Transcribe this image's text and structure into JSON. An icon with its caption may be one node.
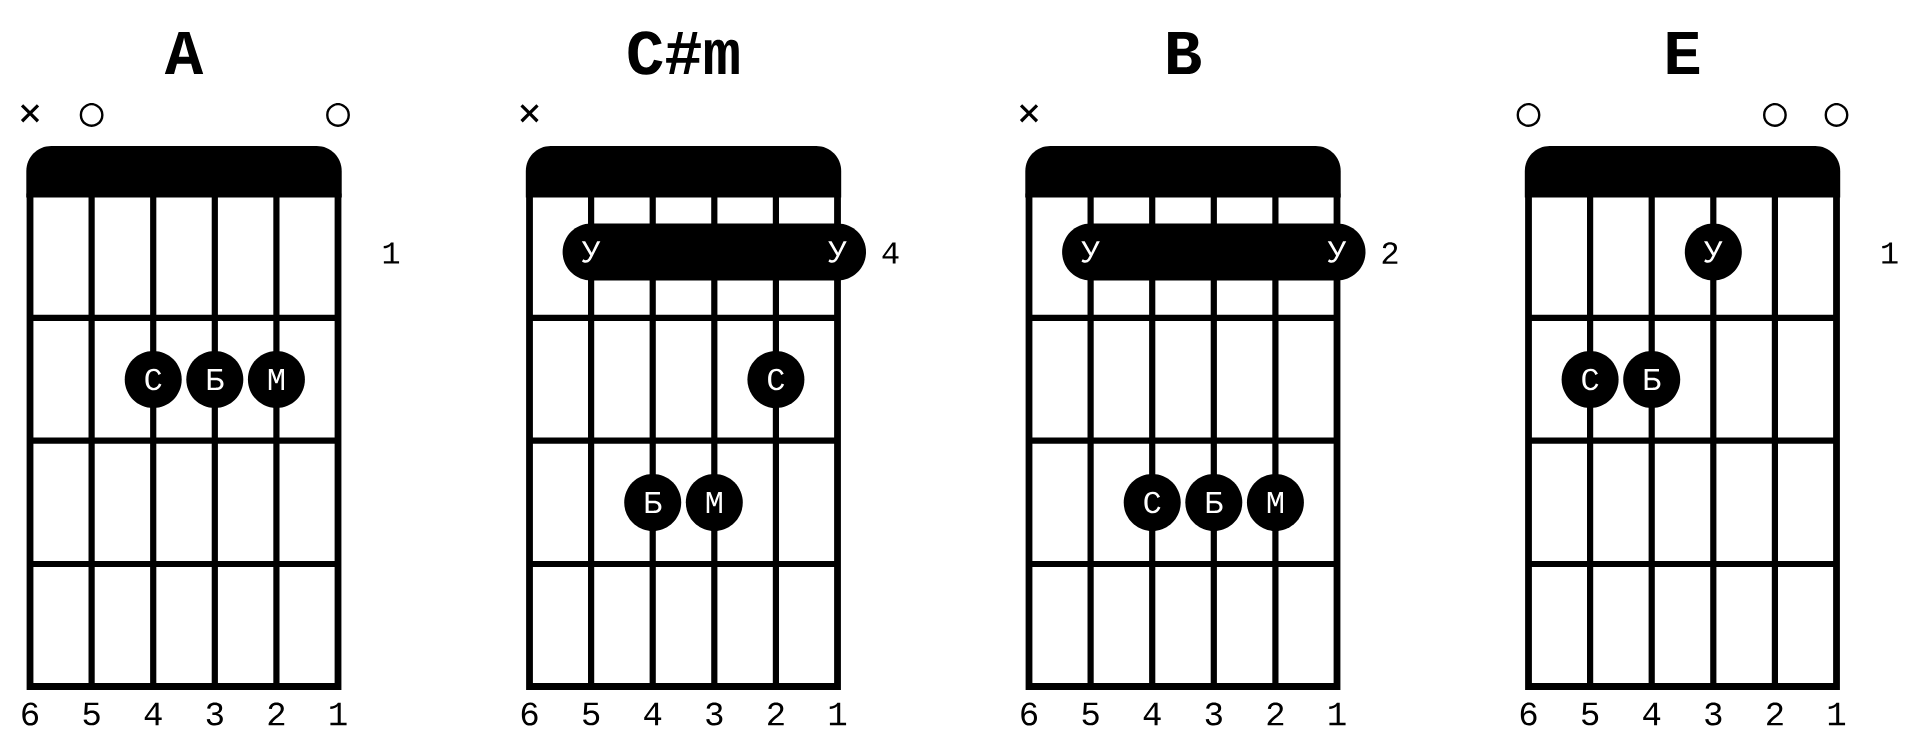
{
  "diagram": {
    "nodes": [
      {
        "text": [
          "A"
        ]
      },
      {
        "text": [],
        "shape": "bar",
        "in": 0
      },
      {
        "text": [
          "С"
        ],
        "in": 0
      },
      {
        "text": [
          "Б"
        ],
        "in": 0
      },
      {
        "text": [
          "М"
        ],
        "in": 0
      },
      {
        "text": [
          "C#m"
        ]
      },
      {
        "text": [],
        "shape": "bar",
        "in": 5
      },
      {
        "text": [
          "У",
          "У"
        ],
        "in": 5
      },
      {
        "text": [
          "С"
        ],
        "in": 5
      },
      {
        "text": [
          "Б"
        ],
        "in": 5
      },
      {
        "text": [
          "М"
        ],
        "in": 5
      },
      {
        "text": [
          "B"
        ]
      },
      {
        "text": [],
        "shape": "bar",
        "in": 11
      },
      {
        "text": [
          "У",
          "У"
        ],
        "in": 11
      },
      {
        "text": [
          "С"
        ],
        "in": 11
      },
      {
        "text": [
          "Б"
        ],
        "in": 11
      },
      {
        "text": [
          "М"
        ],
        "in": 11
      },
      {
        "text": [
          "E"
        ]
      },
      {
        "text": [],
        "shape": "bar",
        "in": 17
      },
      {
        "text": [
          "У"
        ],
        "in": 17
      },
      {
        "text": [
          "С"
        ],
        "in": 17
      },
      {
        "text": [
          "Б"
        ],
        "in": 17
      }
    ],
    "labels": [
      "×",
      "○",
      "○",
      "×",
      "×",
      "○",
      "○",
      "○",
      "1",
      "4",
      "2",
      "1",
      "6",
      "5",
      "4",
      "3",
      "2",
      "1",
      "6",
      "5",
      "4",
      "3",
      "2",
      "1",
      "6",
      "5",
      "4",
      "3",
      "2",
      "1",
      "6",
      "5",
      "4",
      "3",
      "2",
      "1"
    ]
  }
}
